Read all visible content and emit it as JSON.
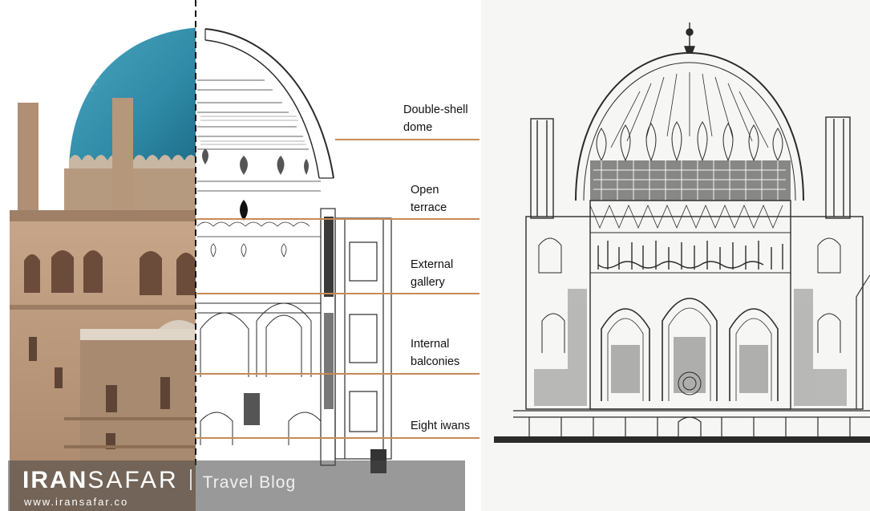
{
  "labels": [
    {
      "id": "double-shell-dome",
      "line1": "Double-shell",
      "line2": "dome"
    },
    {
      "id": "open-terrace",
      "line1": "Open",
      "line2": "terrace"
    },
    {
      "id": "external-gallery",
      "line1": "External",
      "line2": "gallery"
    },
    {
      "id": "internal-balconies",
      "line1": "Internal",
      "line2": "balconies"
    },
    {
      "id": "eight-iwans",
      "line1": "Eight iwans",
      "line2": ""
    }
  ],
  "watermark": {
    "brand_bold": "IRAN",
    "brand_light": "SAFAR",
    "tagline": "Travel Blog",
    "url": "www.iransafar.co"
  },
  "colors": {
    "leader_line": "#c88a55",
    "dome_tile": "#2e8aa6",
    "brick": "#b8967a",
    "ink": "#2b2b2b"
  }
}
